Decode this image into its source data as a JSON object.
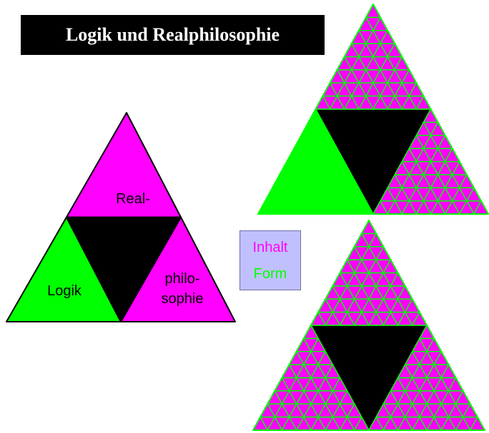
{
  "title": "Logik und Realphilosophie",
  "colors": {
    "inhalt": "#ff00ff",
    "form": "#00ff00",
    "void": "#000000",
    "edge": "#000000",
    "fractal_edge": "#00ff00"
  },
  "main_triangle": {
    "real_label": "Real-",
    "logik_label": "Logik",
    "philosophie_label_line1": "philo-",
    "philosophie_label_line2": "sophie"
  },
  "legend": {
    "inhalt": "Inhalt",
    "form": "Form"
  }
}
